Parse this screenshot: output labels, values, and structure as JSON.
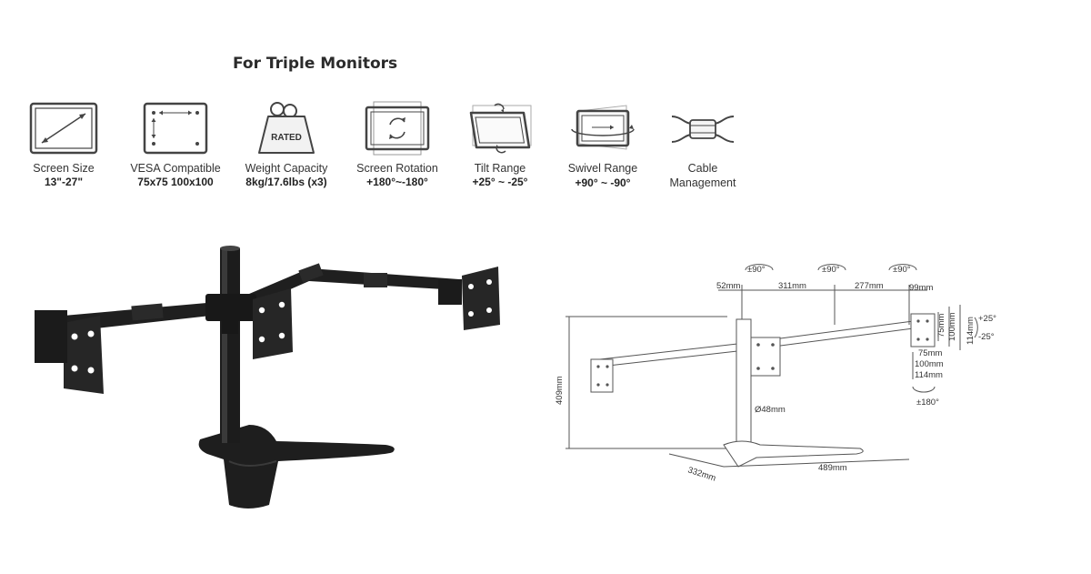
{
  "heading": "For Triple Monitors",
  "features": [
    {
      "icon": "screen-size-icon",
      "label": "Screen Size",
      "value": "13\"-27\""
    },
    {
      "icon": "vesa-icon",
      "label": "VESA Compatible",
      "value": "75x75 100x100"
    },
    {
      "icon": "weight-icon",
      "label": "Weight Capacity",
      "value": "8kg/17.6lbs (x3)",
      "badge": "RATED"
    },
    {
      "icon": "rotation-icon",
      "label": "Screen Rotation",
      "value": "+180°~-180°"
    },
    {
      "icon": "tilt-icon",
      "label": "Tilt Range",
      "value": "+25° ~ -25°"
    },
    {
      "icon": "swivel-icon",
      "label": "Swivel Range",
      "value": "+90° ~ -90°"
    },
    {
      "icon": "cable-icon",
      "label": "Cable",
      "value": "Management"
    }
  ],
  "diagram": {
    "swivel_marks": [
      "±90°",
      "±90°",
      "±90°"
    ],
    "top_dims": [
      "52mm",
      "311mm",
      "277mm",
      "99mm"
    ],
    "height": "409mm",
    "pole": "Ø48mm",
    "base_depth": "332mm",
    "base_width": "489mm",
    "tilt_up": "+25°",
    "tilt_down": "-25°",
    "plate_dims": [
      "75mm",
      "100mm",
      "114mm"
    ],
    "plate_dims_lower": [
      "75mm",
      "100mm",
      "114mm"
    ],
    "rotation": "±180°"
  },
  "colors": {
    "icon_stroke": "#444444",
    "mount_dark": "#1c1c1c",
    "line": "#555555"
  }
}
